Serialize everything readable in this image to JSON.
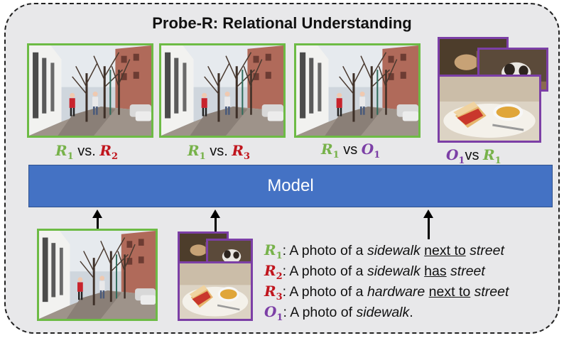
{
  "title": "Probe-R: Relational Understanding",
  "model_label": "Model",
  "colors": {
    "green": "#77b24a",
    "red": "#c0151d",
    "purple": "#7c3fa6",
    "model_blue": "#4472c4"
  },
  "comparisons": [
    {
      "left": {
        "letter": "R",
        "sub": "1"
      },
      "sep": "vs.",
      "right": {
        "letter": "R",
        "sub": "2"
      }
    },
    {
      "left": {
        "letter": "R",
        "sub": "1"
      },
      "sep": "vs.",
      "right": {
        "letter": "R",
        "sub": "3"
      }
    },
    {
      "left": {
        "letter": "R",
        "sub": "1"
      },
      "sep": "vs",
      "right": {
        "letter": "O",
        "sub": "1"
      }
    },
    {
      "left": {
        "letter": "O",
        "sub": "1"
      },
      "sep": "vs",
      "right": {
        "letter": "R",
        "sub": "1"
      }
    }
  ],
  "prompts": [
    {
      "letter": "R",
      "sub": "1",
      "colon": ":",
      "pre": " A photo of a ",
      "obj1": "sidewalk",
      "mid1": " ",
      "rel": "next to",
      "mid2": " ",
      "obj2": "street",
      "end": ""
    },
    {
      "letter": "R",
      "sub": "2",
      "colon": ":",
      "pre": " A photo of a ",
      "obj1": "sidewalk",
      "mid1": " ",
      "rel": "has",
      "mid2": " ",
      "obj2": "street",
      "end": ""
    },
    {
      "letter": "R",
      "sub": "3",
      "colon": ":",
      "pre": " A photo of a ",
      "obj1": "hardware",
      "mid1": " ",
      "rel": "next to",
      "mid2": " ",
      "obj2": "street",
      "end": ""
    },
    {
      "letter": "O",
      "sub": "1",
      "colon": ":",
      "pre": " A photo of ",
      "obj1": "sidewalk",
      "mid1": "",
      "rel": "",
      "mid2": "",
      "obj2": "",
      "end": "."
    }
  ]
}
